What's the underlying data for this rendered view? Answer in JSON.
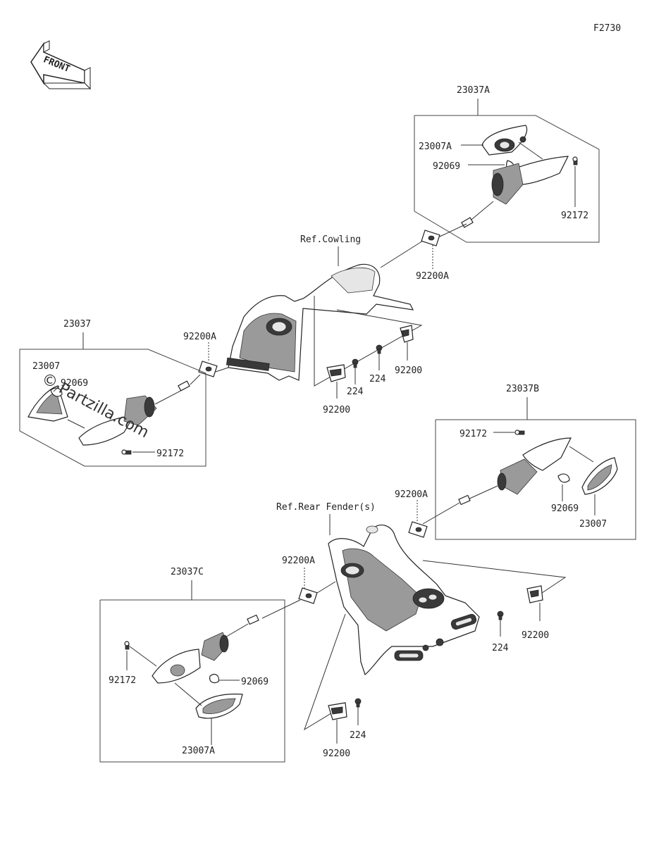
{
  "figure_code": "F2730",
  "front_arrow": {
    "label": "FRONT"
  },
  "watermark": {
    "symbol": "©",
    "text": "Partzilla.com"
  },
  "references": {
    "cowling": "Ref.Cowling",
    "rear_fender": "Ref.Rear Fender(s)"
  },
  "assemblies": [
    {
      "id": "23037A",
      "label": "23037A",
      "parts": {
        "lens": "23007A",
        "bulb": "92069",
        "screw": "92172"
      }
    },
    {
      "id": "23037",
      "label": "23037",
      "parts": {
        "lens": "23007",
        "bulb": "92069",
        "screw": "92172"
      }
    },
    {
      "id": "23037B",
      "label": "23037B",
      "parts": {
        "screw": "92172",
        "bulb": "92069",
        "lens": "23007"
      }
    },
    {
      "id": "23037C",
      "label": "23037C",
      "parts": {
        "screw": "92172",
        "bulb": "92069",
        "lens": "23007A"
      }
    }
  ],
  "callouts": {
    "grommet_front_right": "92200A",
    "grommet_front_left": "92200A",
    "grommet_rear_right": "92200A",
    "grommet_rear_left": "92200A",
    "bracket_cowl_right": "92200",
    "bracket_cowl_left": "92200",
    "bolt_cowl_right": "224",
    "bolt_cowl_left": "224",
    "bracket_fender_right": "92200",
    "bracket_fender_lower": "92200",
    "bolt_fender_right": "224",
    "bolt_fender_lower": "224"
  }
}
